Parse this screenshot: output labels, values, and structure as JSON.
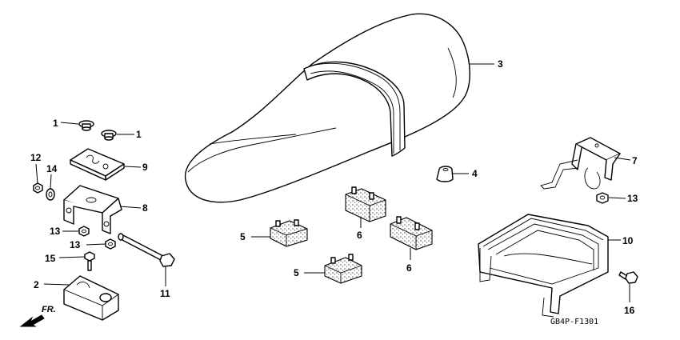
{
  "diagram": {
    "part_code": "GB4P-F1301",
    "direction_label": "FR.",
    "callouts": [
      {
        "id": "c1a",
        "label": "1"
      },
      {
        "id": "c1b",
        "label": "1"
      },
      {
        "id": "c2",
        "label": "2"
      },
      {
        "id": "c3",
        "label": "3"
      },
      {
        "id": "c4",
        "label": "4"
      },
      {
        "id": "c5a",
        "label": "5"
      },
      {
        "id": "c5b",
        "label": "5"
      },
      {
        "id": "c6a",
        "label": "6"
      },
      {
        "id": "c6b",
        "label": "6"
      },
      {
        "id": "c7",
        "label": "7"
      },
      {
        "id": "c8",
        "label": "8"
      },
      {
        "id": "c9",
        "label": "9"
      },
      {
        "id": "c10",
        "label": "10"
      },
      {
        "id": "c11",
        "label": "11"
      },
      {
        "id": "c12",
        "label": "12"
      },
      {
        "id": "c13a",
        "label": "13"
      },
      {
        "id": "c13b",
        "label": "13"
      },
      {
        "id": "c13c",
        "label": "13"
      },
      {
        "id": "c14",
        "label": "14"
      },
      {
        "id": "c15",
        "label": "15"
      },
      {
        "id": "c16",
        "label": "16"
      }
    ]
  }
}
